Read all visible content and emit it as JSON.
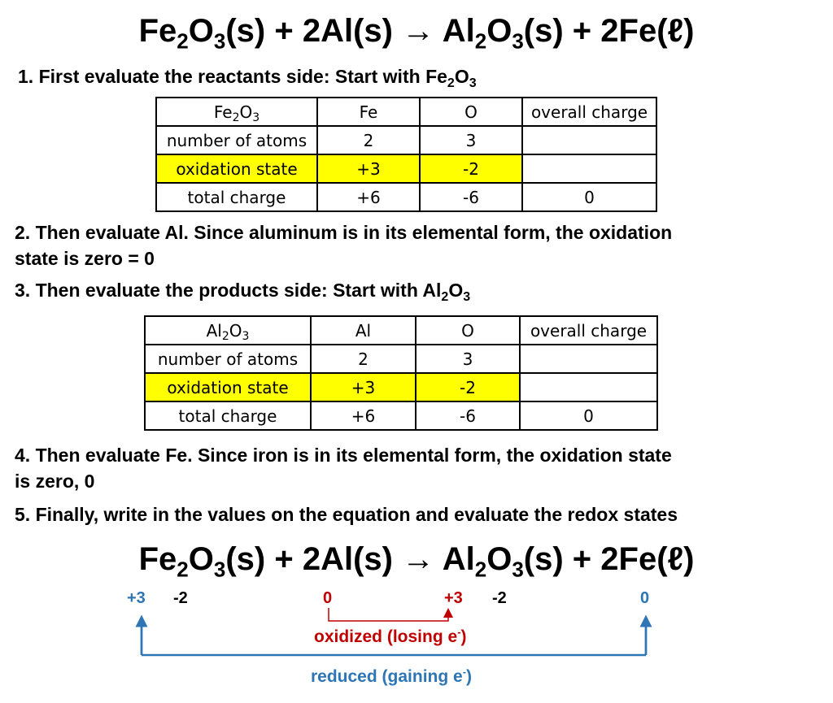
{
  "equation": {
    "r1": {
      "el1": "Fe",
      "n1": "2",
      "el2": "O",
      "n2": "3",
      "state": "(s)"
    },
    "plus1": " + ",
    "r2": {
      "coef": "2",
      "el": "Al",
      "state": "(s)"
    },
    "arrow": " → ",
    "p1": {
      "el1": "Al",
      "n1": "2",
      "el2": "O",
      "n2": "3",
      "state": "(s)"
    },
    "plus2": " + ",
    "p2": {
      "coef": "2",
      "el": "Fe",
      "state": "(ℓ)"
    }
  },
  "steps": {
    "s1": {
      "text": "1. First evaluate the reactants side:  Start with ",
      "formula": {
        "el1": "Fe",
        "n1": "2",
        "el2": "O",
        "n2": "3"
      }
    },
    "s2": {
      "line1": "2. Then evaluate Al.  Since aluminum is in its elemental form, the oxidation",
      "line2": "state is zero = 0"
    },
    "s3": {
      "text": "3. Then evaluate the products side:  Start with ",
      "formula": {
        "el1": "Al",
        "n1": "2",
        "el2": "O",
        "n2": "3"
      }
    },
    "s4": {
      "line1": "4. Then evaluate Fe.  Since iron is in its elemental form, the oxidation state",
      "line2": "is zero, 0"
    },
    "s5": {
      "text": "5. Finally, write in the values on the equation and evaluate the redox states"
    }
  },
  "table1": {
    "header": {
      "formula": {
        "el1": "Fe",
        "n1": "2",
        "el2": "O",
        "n2": "3"
      },
      "col2": "Fe",
      "col3": "O",
      "col4": "overall charge"
    },
    "rows": [
      {
        "label": "number of atoms",
        "c2": "2",
        "c3": "3",
        "c4": ""
      },
      {
        "label": "oxidation state",
        "c2": "+3",
        "c3": "-2",
        "c4": ""
      },
      {
        "label": "total charge",
        "c2": "+6",
        "c3": "-6",
        "c4": "0"
      }
    ]
  },
  "table2": {
    "header": {
      "formula": {
        "el1": "Al",
        "n1": "2",
        "el2": "O",
        "n2": "3"
      },
      "col2": "Al",
      "col3": "O",
      "col4": "overall charge"
    },
    "rows": [
      {
        "label": "number of atoms",
        "c2": "2",
        "c3": "3",
        "c4": ""
      },
      {
        "label": "oxidation state",
        "c2": "+3",
        "c3": "-2",
        "c4": ""
      },
      {
        "label": "total charge",
        "c2": "+6",
        "c3": "-6",
        "c4": "0"
      }
    ]
  },
  "redox": {
    "fe_reactant": "+3",
    "o_reactant": "-2",
    "al_reactant": "0",
    "al_product": "+3",
    "o_product": "-2",
    "fe_product": "0",
    "oxidized_label": "oxidized (losing e",
    "oxidized_sup": "-",
    "oxidized_close": ")",
    "reduced_label": "reduced (gaining e",
    "reduced_sup": "-",
    "reduced_close": ")"
  },
  "colors": {
    "highlight": "#ffff00",
    "reduced": "#2e75b6",
    "oxidized": "#c00000"
  }
}
